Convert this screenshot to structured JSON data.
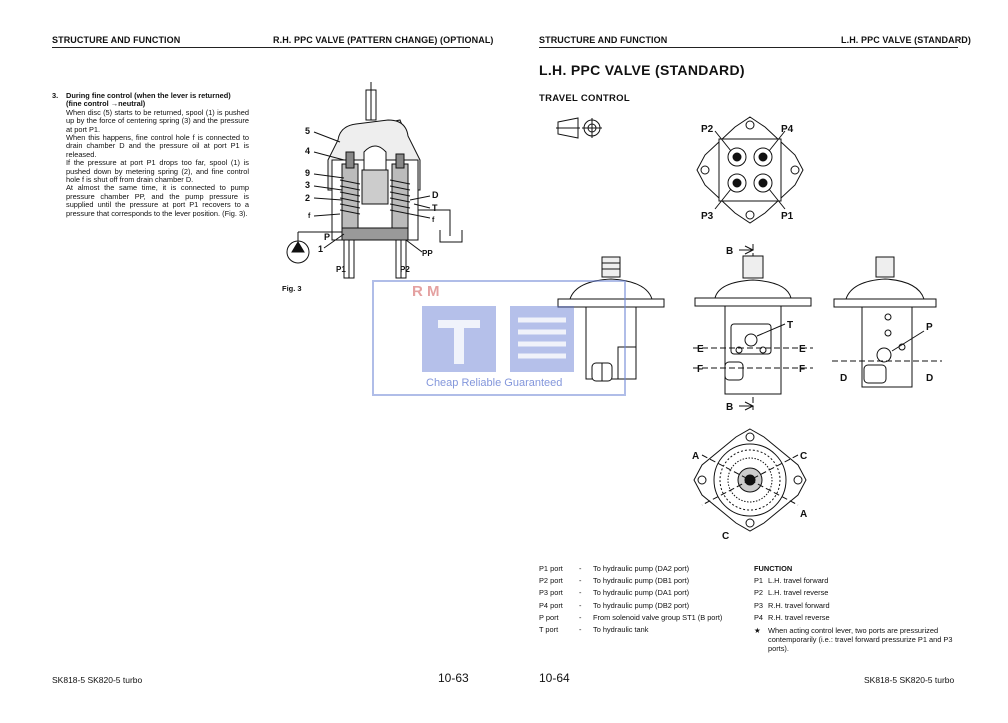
{
  "left_page": {
    "header_left": "STRUCTURE AND FUNCTION",
    "header_right": "R.H. PPC VALVE (PATTERN CHANGE) (OPTIONAL)",
    "item_number": "3.",
    "item_title_1": "During fine control (when the lever is returned)",
    "item_title_2": "(fine control →neutral)",
    "paragraph_1": "When disc (5) starts to be returned, spool (1) is pushed up by the force of centering spring (3) and the pressure at port P1.",
    "paragraph_2": "When this happens, fine control hole f is connected to drain chamber D and the pressure oil at port P1 is released.",
    "paragraph_3": "If the pressure at port P1 drops too far, spool (1) is pushed down by metering spring (2), and fine control hole f is shut off from drain chamber D.",
    "paragraph_4": "At almost the same time, it is connected to pump pressure chamber PP, and the pump pressure is supplied until the pressure at port P1 recovers to a pressure that corresponds to the lever position. (Fig. 3).",
    "figure_caption": "Fig. 3",
    "fig_labels": {
      "l5": "5",
      "l4": "4",
      "l9": "9",
      "l3": "3",
      "l2": "2",
      "lf1": "f",
      "lp": "P",
      "l1": "1",
      "lp1": "P1",
      "lp2": "P2",
      "lpp": "PP",
      "ld": "D",
      "lt": "T",
      "lf2": "f"
    },
    "footer_model": "SK818-5  SK820-5 turbo",
    "page_number": "10-63"
  },
  "right_page": {
    "header_left": "STRUCTURE AND FUNCTION",
    "header_right": "L.H. PPC VALVE (STANDARD)",
    "title": "L.H. PPC VALVE (STANDARD)",
    "subtitle": "TRAVEL CONTROL",
    "diagram_labels": {
      "p2": "P2",
      "p4": "P4",
      "p3": "P3",
      "p1": "P1",
      "b_top": "B",
      "b_bot": "B",
      "t": "T",
      "e_l": "E",
      "e_r": "E",
      "f_l": "F",
      "f_r": "F",
      "p": "P",
      "d_l": "D",
      "d_r": "D",
      "a_top": "A",
      "c_top": "C",
      "a_bot": "A",
      "c_bot": "C"
    },
    "ports": [
      {
        "port": "P1 port",
        "desc": "To hydraulic pump (DA2 port)"
      },
      {
        "port": "P2 port",
        "desc": "To hydraulic pump (DB1 port)"
      },
      {
        "port": "P3 port",
        "desc": "To hydraulic pump (DA1 port)"
      },
      {
        "port": "P4 port",
        "desc": "To hydraulic pump (DB2 port)"
      },
      {
        "port": "P port",
        "desc": "From solenoid valve group ST1 (B port)"
      },
      {
        "port": "T port",
        "desc": "To hydraulic tank"
      }
    ],
    "dash": "-",
    "function_title": "FUNCTION",
    "functions": [
      {
        "p": "P1",
        "desc": "L.H. travel forward"
      },
      {
        "p": "P2",
        "desc": "L.H. travel reverse"
      },
      {
        "p": "P3",
        "desc": "R.H. travel forward"
      },
      {
        "p": "P4",
        "desc": "R.H. travel reverse"
      }
    ],
    "note_star": "★",
    "note": "When acting control lever, two ports are pressurized contemporarily (i.e.: travel forward pressurize P1 and P3 ports).",
    "page_number": "10-64",
    "footer_model": "SK818-5  SK820-5 turbo"
  },
  "watermark": {
    "letters": "R M",
    "slogan": "Cheap Reliable Guaranteed"
  }
}
